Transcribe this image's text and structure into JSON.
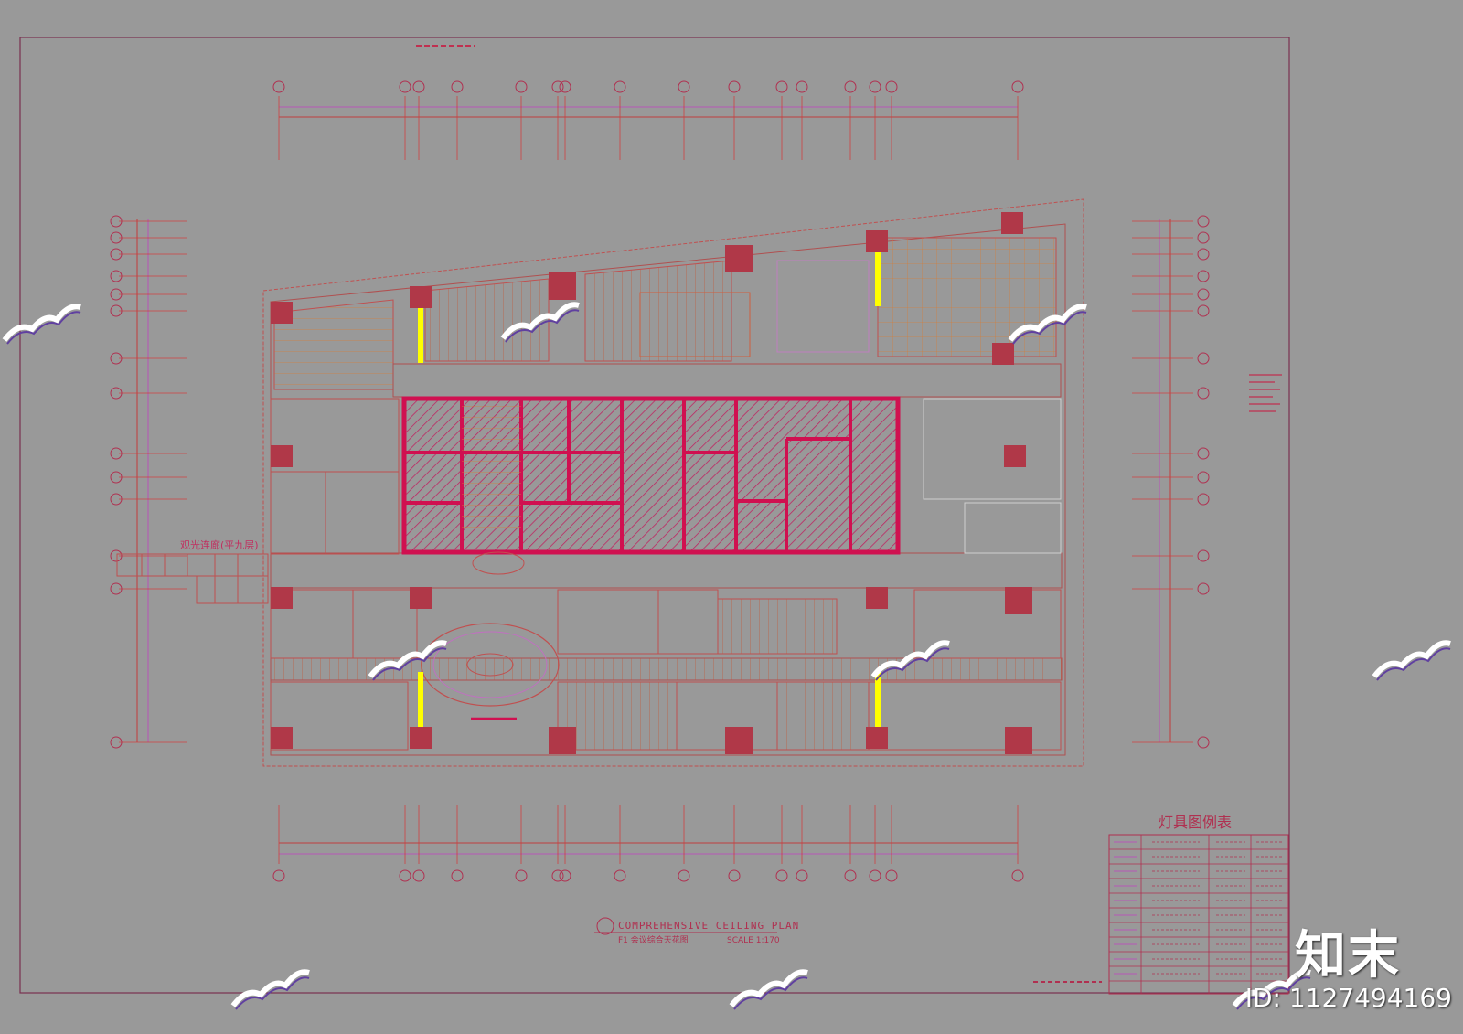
{
  "drawing": {
    "title": "COMPREHENSIVE CEILING PLAN",
    "subtitle": "F1 会议综合天花图",
    "scale": "SCALE 1:170",
    "corridor_label": "观光连廊(平九层)",
    "legend_title": "灯具图例表",
    "colors": {
      "background": "#999999",
      "frame": "#7a3050",
      "wall": "#d01050",
      "column": "#b03848",
      "outline": "#c05050",
      "accent_yellow": "#ffff00",
      "dim_line": "#cc2222"
    }
  },
  "watermark": {
    "logo": "知末",
    "id": "ID: 1127494169"
  },
  "icons": [
    "watermark-stamp-icon",
    "grid-bubble-icon",
    "spiral-stair-icon"
  ]
}
